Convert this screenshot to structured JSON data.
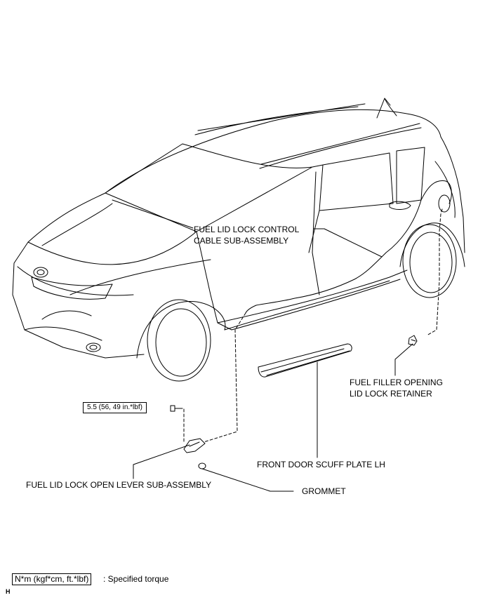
{
  "labels": {
    "cable_line1": "FUEL LID LOCK CONTROL",
    "cable_line2": "CABLE SUB-ASSEMBLY",
    "retainer_line1": "FUEL FILLER OPENING",
    "retainer_line2": "LID LOCK RETAINER",
    "scuff_plate": "FRONT DOOR SCUFF PLATE LH",
    "lever": "FUEL LID LOCK OPEN LEVER SUB-ASSEMBLY",
    "grommet": "GROMMET"
  },
  "torque": {
    "value": "5.5 (56, 49 in.*lbf)"
  },
  "legend": {
    "unit": "N*m (kgf*cm, ft.*lbf)",
    "desc": ": Specified torque"
  },
  "corner_mark": "H"
}
